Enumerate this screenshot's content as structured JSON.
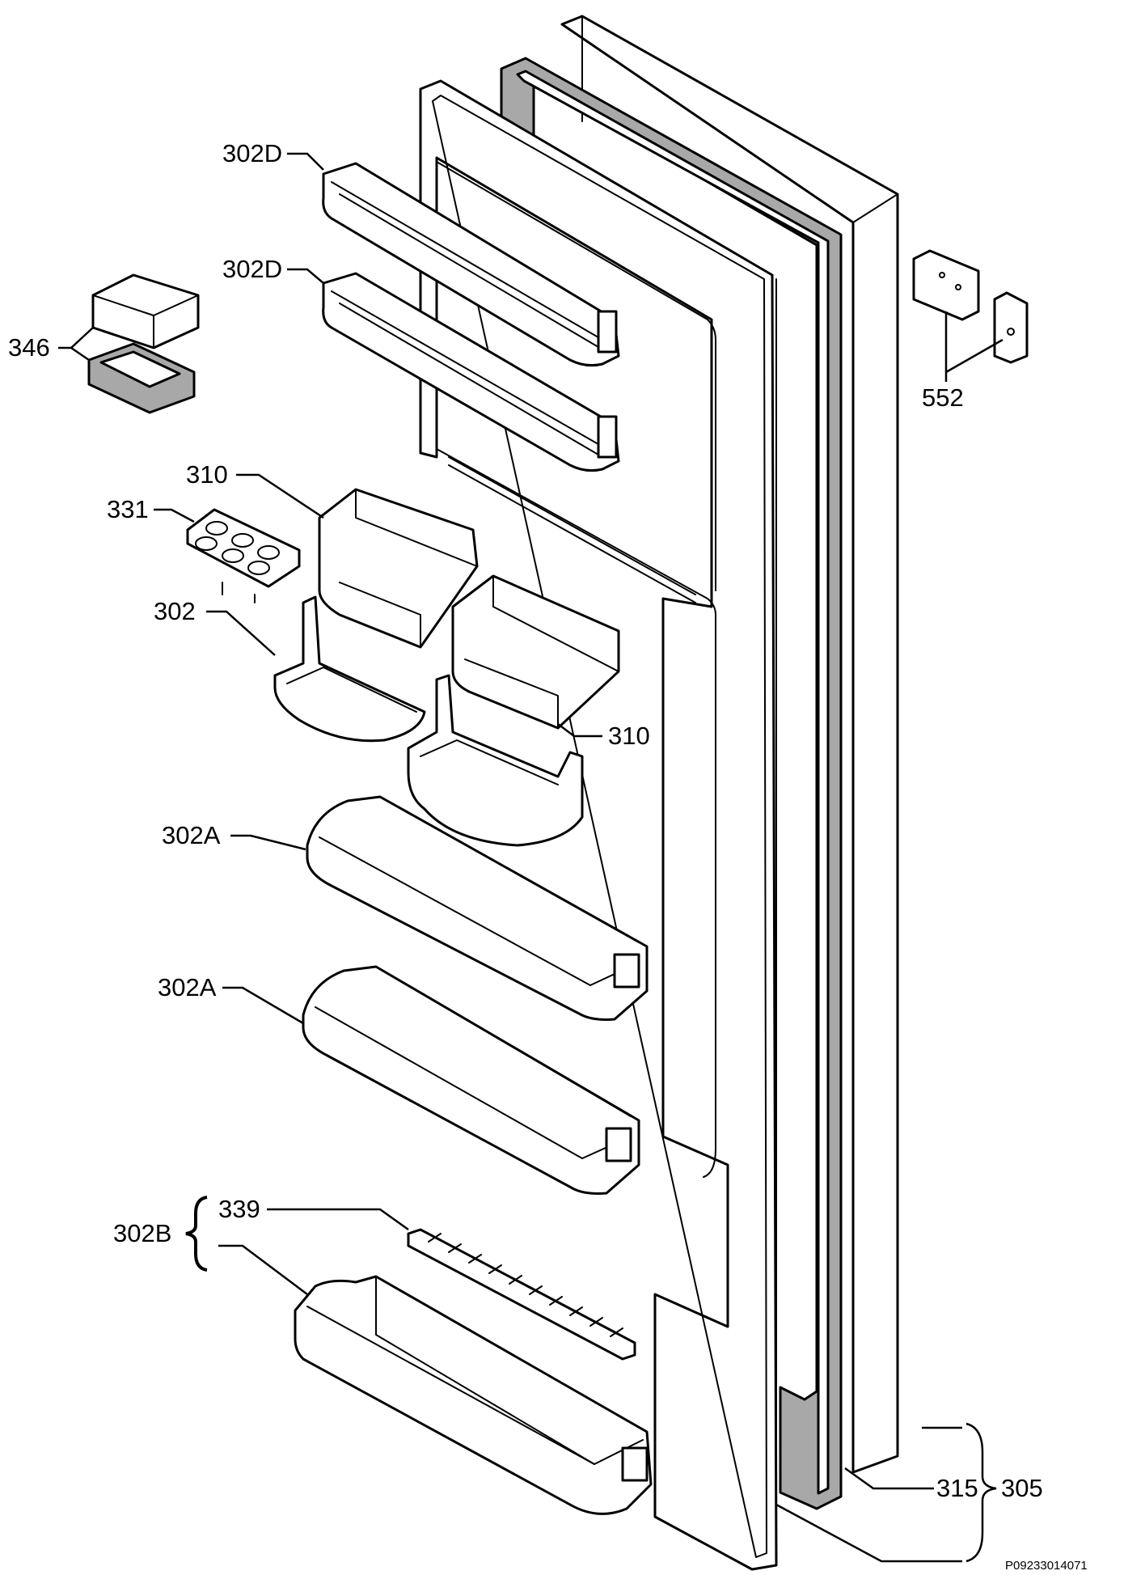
{
  "diagram": {
    "labels": {
      "shelf_top_d": "302D",
      "shelf_second_d": "302D",
      "tray_346": "346",
      "cover_310_upper": "310",
      "egg_tray_331": "331",
      "small_shelf_302": "302",
      "cover_310_lower": "310",
      "shelf_a_upper": "302A",
      "shelf_a_lower": "302A",
      "group_302b": "302B",
      "retainer_339": "339",
      "hinge_552": "552",
      "gasket_315": "315",
      "door_group_305": "305"
    },
    "drawing_code": "P09233014071"
  }
}
